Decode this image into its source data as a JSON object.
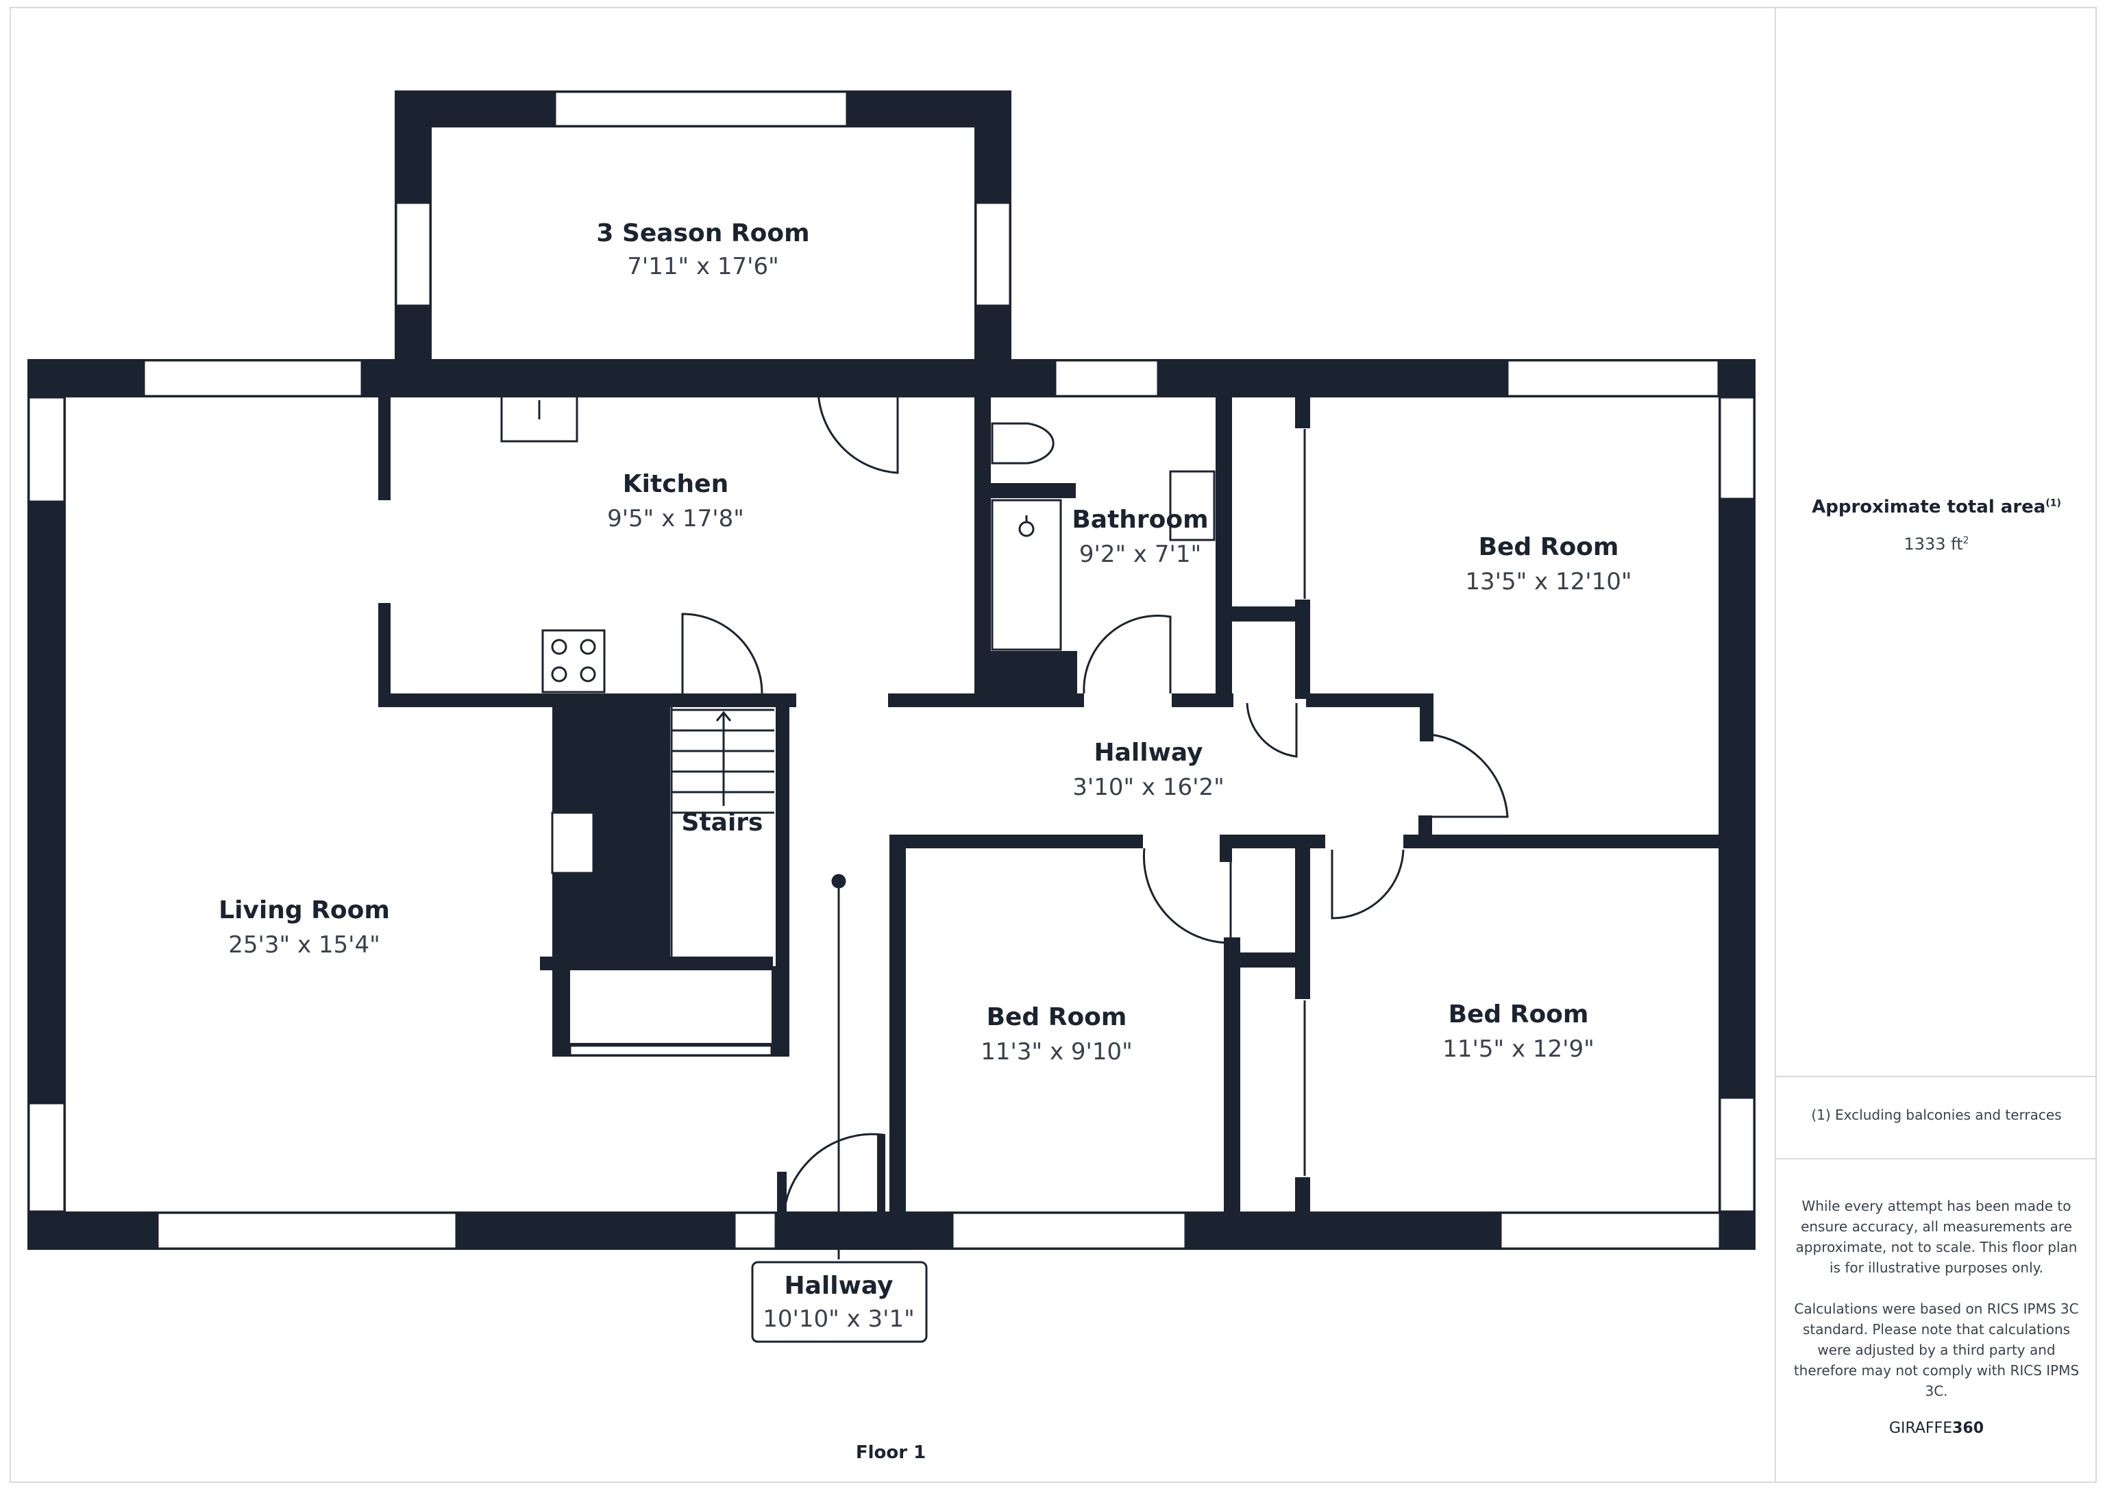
{
  "plan": {
    "floor_label": "Floor 1",
    "rooms": [
      {
        "name": "3 Season Room",
        "dims": "7'11\" x 17'6\""
      },
      {
        "name": "Kitchen",
        "dims": "9'5\" x 17'8\""
      },
      {
        "name": "Bathroom",
        "dims": "9'2\" x 7'1\""
      },
      {
        "name": "Bed Room",
        "dims": "13'5\" x 12'10\""
      },
      {
        "name": "Hallway",
        "dims": "3'10\" x 16'2\""
      },
      {
        "name": "Stairs",
        "dims": ""
      },
      {
        "name": "Living Room",
        "dims": "25'3\" x 15'4\""
      },
      {
        "name": "Bed Room",
        "dims": "11'3\" x 9'10\""
      },
      {
        "name": "Bed Room",
        "dims": "11'5\" x 12'9\""
      },
      {
        "name": "Hallway",
        "dims": "10'10\" x 3'1\""
      }
    ],
    "colors": {
      "wall": "#1c2330",
      "window": "#ffffff",
      "frame": "#d8dadd"
    }
  },
  "sidebar": {
    "area_title": "Approximate total area",
    "area_title_sup": "(1)",
    "area_value": "1333 ft",
    "area_value_sup": "2",
    "note": "(1) Excluding balconies and terraces",
    "disclaimer": "While every attempt has been made to ensure accuracy, all measurements are approximate, not to scale. This floor plan is for illustrative purposes only.",
    "calc_note": "Calculations were based on RICS IPMS 3C standard. Please note that calculations were adjusted by a third party and therefore may not comply with RICS IPMS 3C.",
    "brand_prefix": "GIRAFFE",
    "brand_suffix": "360"
  }
}
